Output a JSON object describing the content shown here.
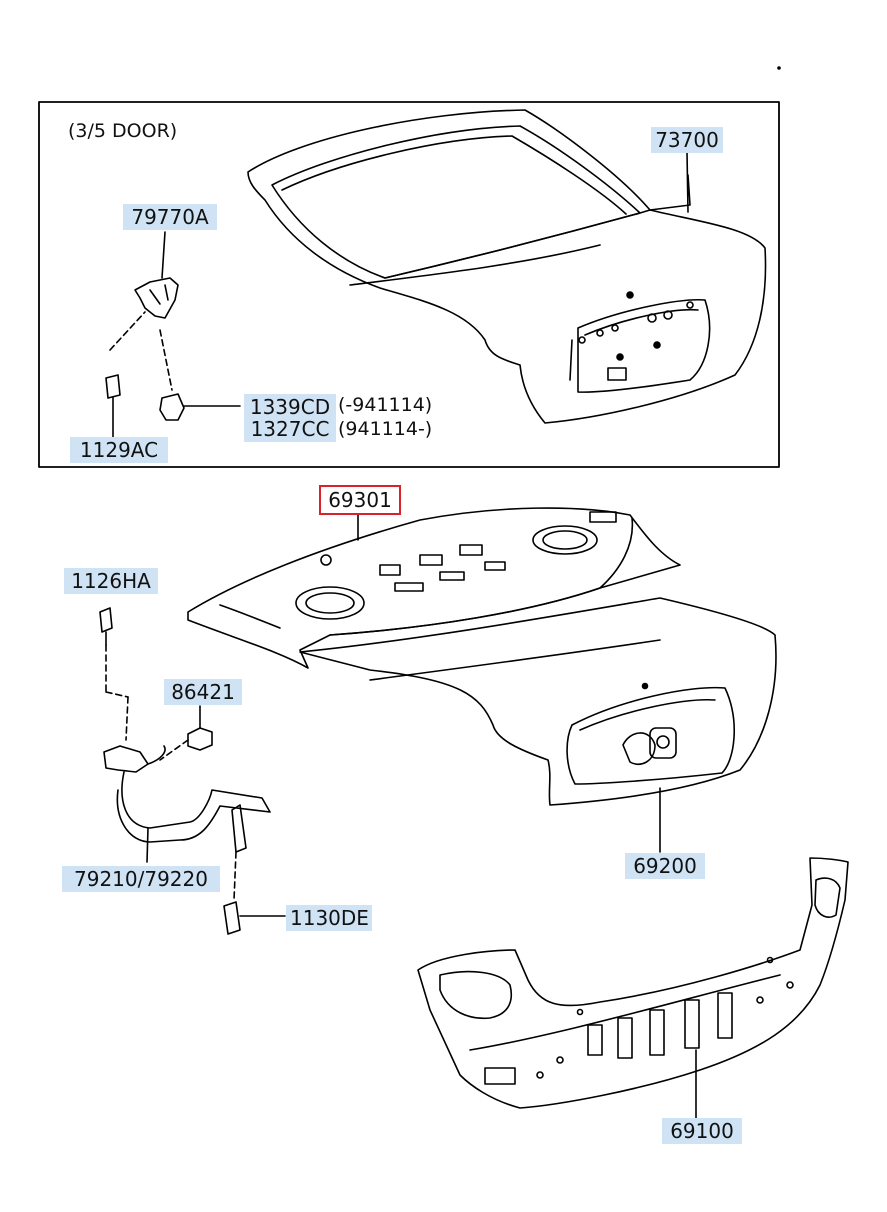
{
  "header": {
    "inset_note": "(3/5 DOOR)"
  },
  "parts": {
    "p73700": "73700",
    "p79770a": "79770A",
    "p1339cd": "1339CD",
    "p1327cc": "1327CC",
    "p1129ac": "1129AC",
    "p69301": "69301",
    "p1126ha": "1126HA",
    "p86421": "86421",
    "p79210": "79210/79220",
    "p1130de": "1130DE",
    "p69200": "69200",
    "p69100": "69100"
  },
  "notes": {
    "n1339cd": "(-941114)",
    "n1327cc": "(941114-)"
  },
  "colors": {
    "label_bg": "#cfe3f5",
    "selected_outline": "#d9222a",
    "line": "#000000"
  },
  "selected_part": "69301"
}
